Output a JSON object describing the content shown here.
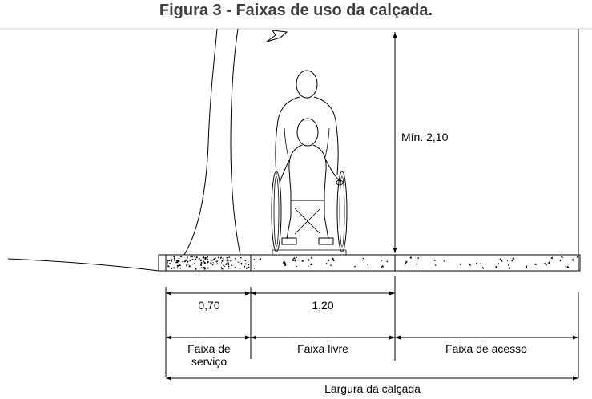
{
  "figure": {
    "title": "Figura 3 - Faixas de uso da calçada."
  },
  "dimensions": {
    "min_height": "Mín. 2,10",
    "service_width": "0,70",
    "free_width": "1,20"
  },
  "zones": {
    "service": [
      "Faixa de",
      "serviço"
    ],
    "free": "Faixa livre",
    "access": "Faixa de acesso"
  },
  "total": {
    "label": "Largura da calçada"
  }
}
